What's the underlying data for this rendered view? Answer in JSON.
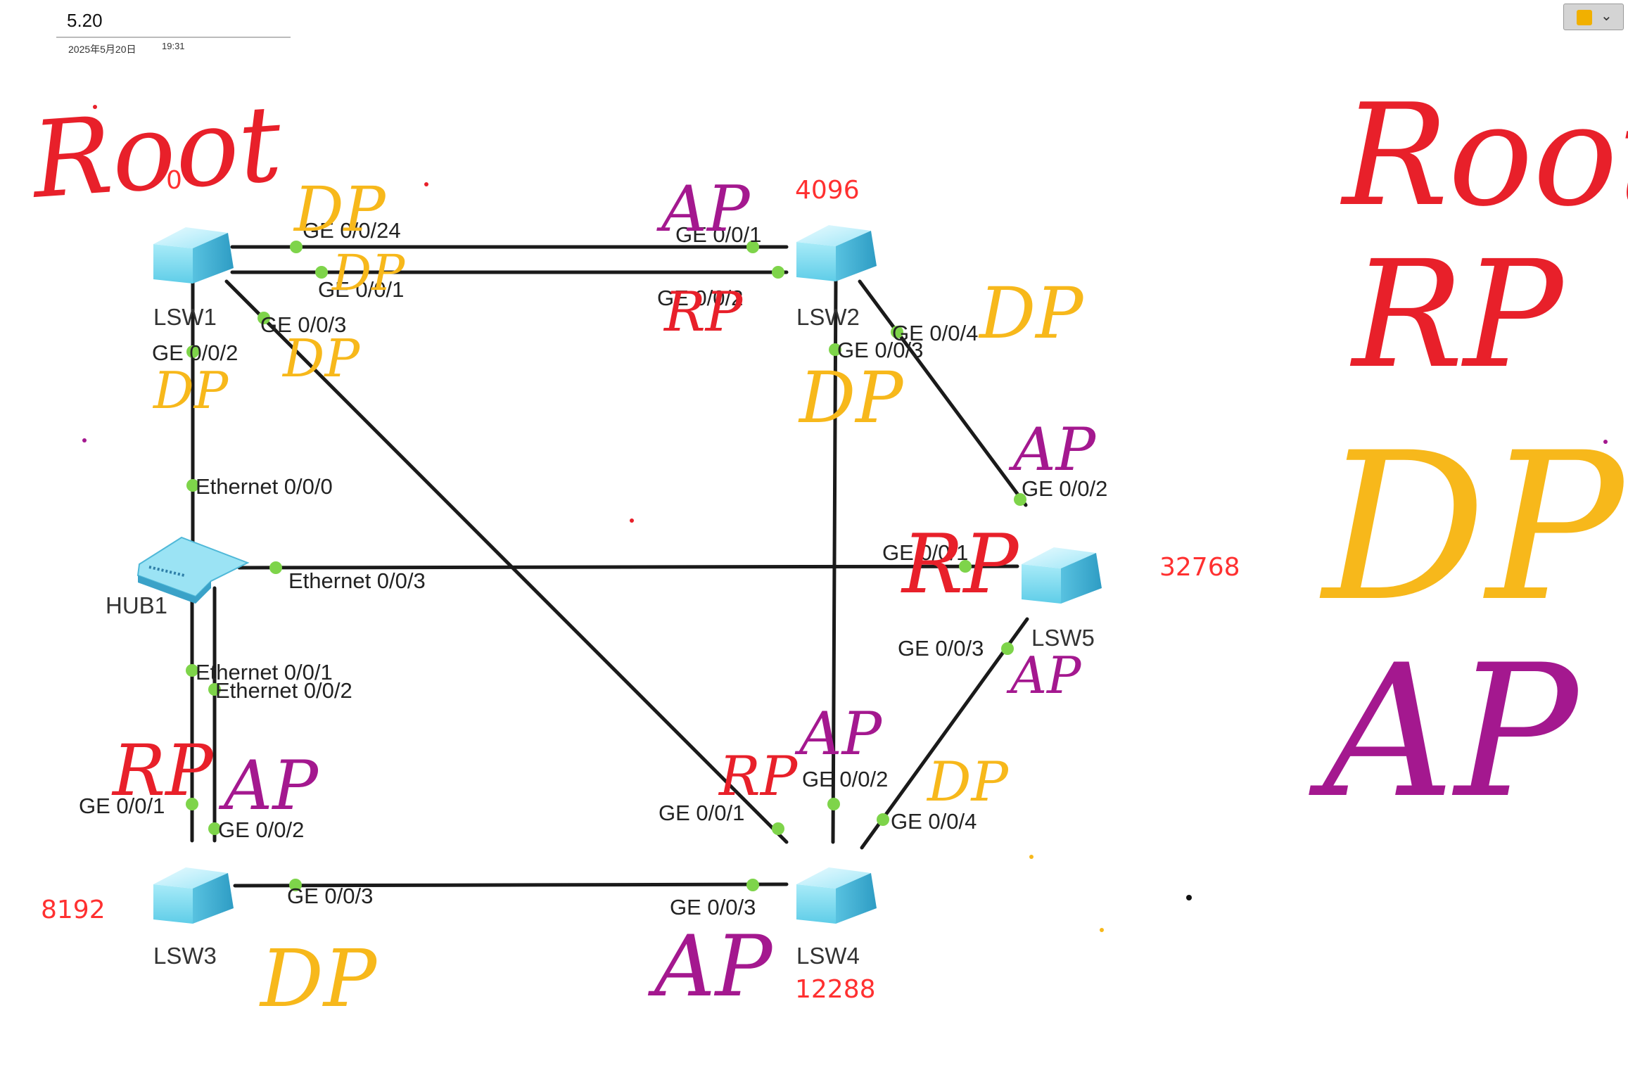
{
  "page": {
    "title": "5.20",
    "date": "2025年5月20日",
    "time": "19:31"
  },
  "toolbar": {
    "icon": "sticky-note-icon",
    "chevron": "⌄"
  },
  "devices": {
    "lsw1": {
      "name": "LSW1",
      "priority": "0"
    },
    "lsw2": {
      "name": "LSW2",
      "priority": "4096"
    },
    "lsw3": {
      "name": "LSW3",
      "priority": "8192"
    },
    "lsw4": {
      "name": "LSW4",
      "priority": "12288"
    },
    "lsw5": {
      "name": "LSW5",
      "priority": "32768"
    },
    "hub1": {
      "name": "HUB1"
    }
  },
  "ports": {
    "lsw1_g24": "GE 0/0/24",
    "lsw1_g1": "GE 0/0/1",
    "lsw1_g3": "GE 0/0/3",
    "lsw1_g2": "GE 0/0/2",
    "lsw2_g1": "GE 0/0/1",
    "lsw2_g2": "GE 0/0/2",
    "lsw2_g3": "GE 0/0/3",
    "lsw2_g4": "GE 0/0/4",
    "lsw5_g2": "GE 0/0/2",
    "lsw5_g1": "GE 0/0/1",
    "lsw5_g3": "GE 0/0/3",
    "hub_e0": "Ethernet 0/0/0",
    "hub_e3": "Ethernet 0/0/3",
    "hub_e1": "Ethernet 0/0/1",
    "hub_e2": "Ethernet 0/0/2",
    "lsw3_g1": "GE 0/0/1",
    "lsw3_g2": "GE 0/0/2",
    "lsw3_g3": "GE 0/0/3",
    "lsw4_g1": "GE 0/0/1",
    "lsw4_g2": "GE 0/0/2",
    "lsw4_g3": "GE 0/0/3",
    "lsw4_g4": "GE 0/0/4"
  },
  "annotations": {
    "root_label": "Root",
    "lsw1_g24": "DP",
    "lsw1_g1": "DP",
    "lsw1_g3": "DP",
    "lsw1_g2": "DP",
    "lsw2_g1": "AP",
    "lsw2_g2": "RP",
    "lsw2_g4": "DP",
    "lsw2_g3": "DP",
    "lsw5_g2": "AP",
    "lsw5_g1": "RP",
    "lsw5_g3": "AP",
    "lsw3_g1": "RP",
    "lsw3_g2": "AP",
    "lsw3_g3": "DP",
    "lsw4_g1": "RP",
    "lsw4_g2": "AP",
    "lsw4_g4": "DP",
    "lsw4_g3": "AP"
  },
  "legend": {
    "items": [
      "Root",
      "RP",
      "DP",
      "AP"
    ]
  },
  "colors": {
    "red": "#e8202a",
    "yellow": "#f7b81b",
    "purple": "#a4188f",
    "priority": "#ff3030"
  }
}
